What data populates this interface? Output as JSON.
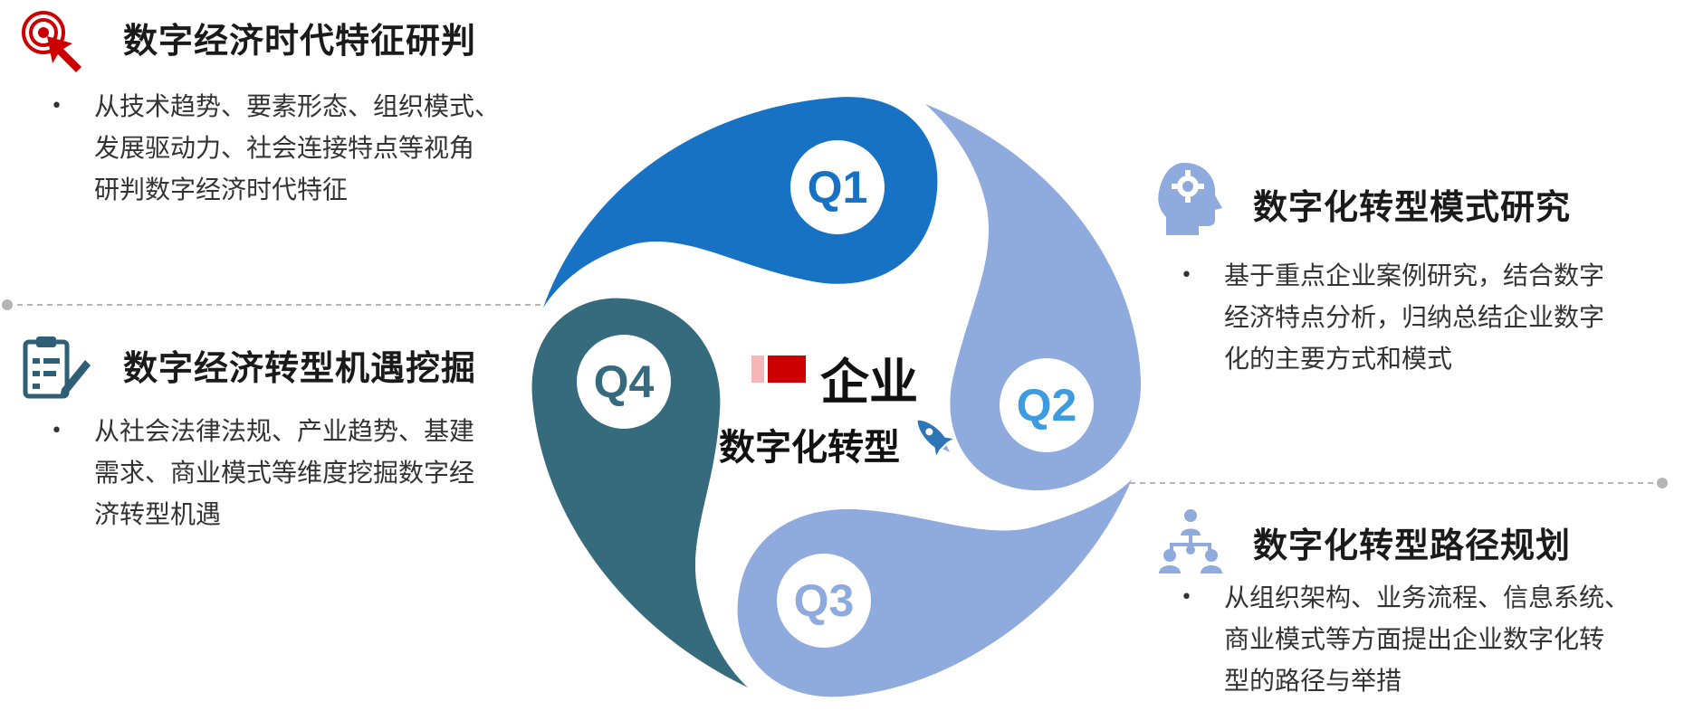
{
  "center": {
    "line1": "企业",
    "line2": "数字化转型"
  },
  "quadrants": [
    {
      "id": "Q1",
      "color": "#1872C4",
      "label_color": "#1872C4"
    },
    {
      "id": "Q2",
      "color": "#8FAADC",
      "label_color": "#3D9BE0"
    },
    {
      "id": "Q3",
      "color": "#8FAADC",
      "label_color": "#8FAADC"
    },
    {
      "id": "Q4",
      "color": "#366B7E",
      "label_color": "#366B7E"
    }
  ],
  "sections": {
    "top_left": {
      "title": "数字经济时代特征研判",
      "lines": [
        "从技术趋势、要素形态、组织模式、",
        "发展驱动力、社会连接特点等视角",
        "研判数字经济时代特征"
      ]
    },
    "mid_left": {
      "title": "数字经济转型机遇挖掘",
      "lines": [
        "从社会法律法规、产业趋势、基建",
        "需求、商业模式等维度挖掘数字经",
        "济转型机遇"
      ]
    },
    "top_right": {
      "title": "数字化转型模式研究",
      "lines": [
        "基于重点企业案例研究，结合数字",
        "经济特点分析，归纳总结企业数字",
        "化的主要方式和模式"
      ]
    },
    "bottom_right": {
      "title": "数字化转型路径规划",
      "lines": [
        "从组织架构、业务流程、信息系统、",
        "商业模式等方面提出企业数字化转",
        "型的路径与举措"
      ]
    }
  },
  "bullet_symbol": "•",
  "colors": {
    "accent_red": "#CC0000",
    "icon_blue": "#8FAADC",
    "icon_dark": "#2F5F77",
    "dash": "#B5B5B5"
  },
  "icons": [
    "target-click-icon",
    "clipboard-pencil-icon",
    "head-gear-icon",
    "team-hierarchy-icon",
    "rocket-icon"
  ]
}
